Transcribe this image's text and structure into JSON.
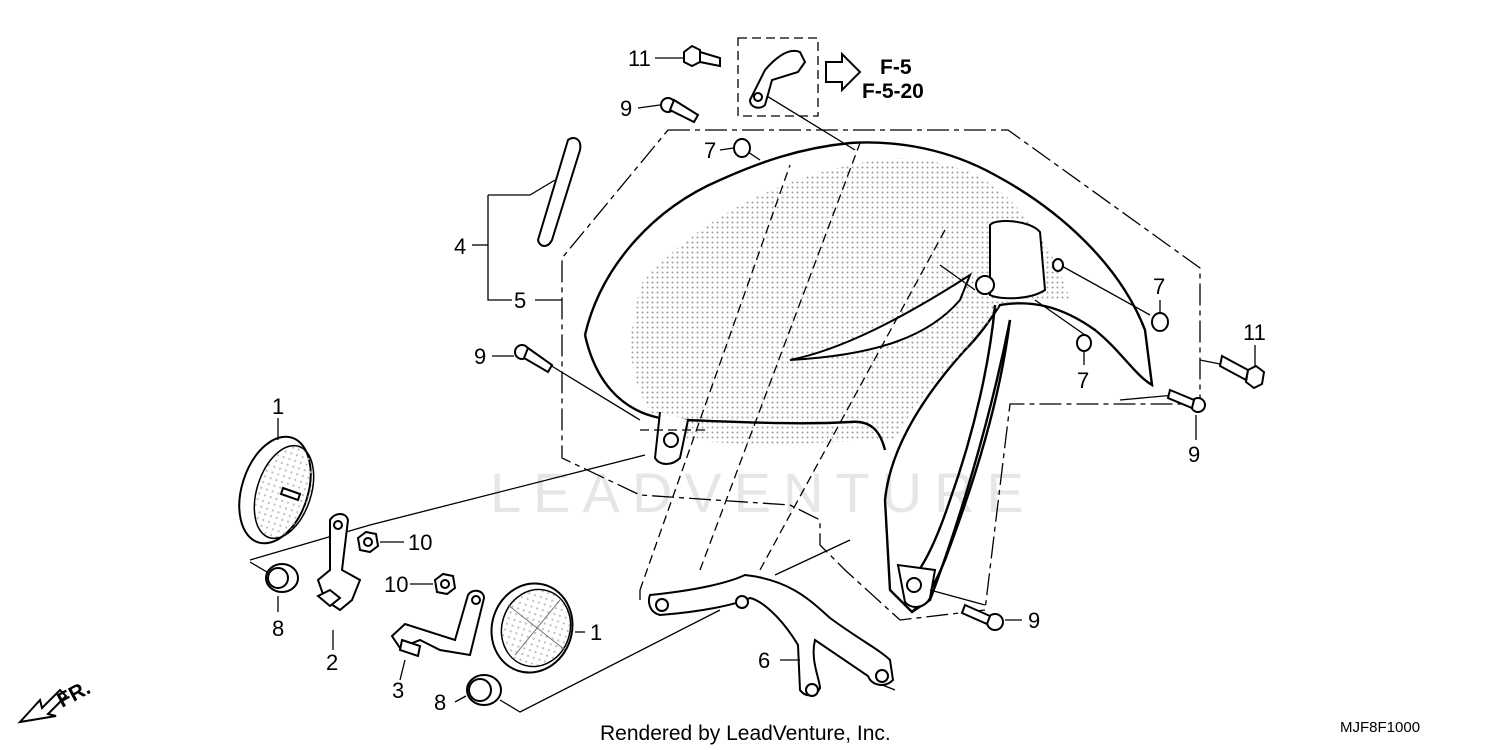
{
  "diagram": {
    "watermark": "LEADVENTURE",
    "footer_text": "Rendered by LeadVenture, Inc.",
    "diagram_code": "MJF8F1000",
    "reference": {
      "line1": "F-5",
      "line2": "F-5-20"
    },
    "direction_label": "FR.",
    "callouts": {
      "c1a": "1",
      "c1b": "1",
      "c2": "2",
      "c3": "3",
      "c4": "4",
      "c5": "5",
      "c6": "6",
      "c7a": "7",
      "c7b": "7",
      "c7c": "7",
      "c8a": "8",
      "c8b": "8",
      "c9a": "9",
      "c9b": "9",
      "c9c": "9",
      "c9d": "9",
      "c10a": "10",
      "c10b": "10",
      "c11a": "11",
      "c11b": "11"
    }
  }
}
